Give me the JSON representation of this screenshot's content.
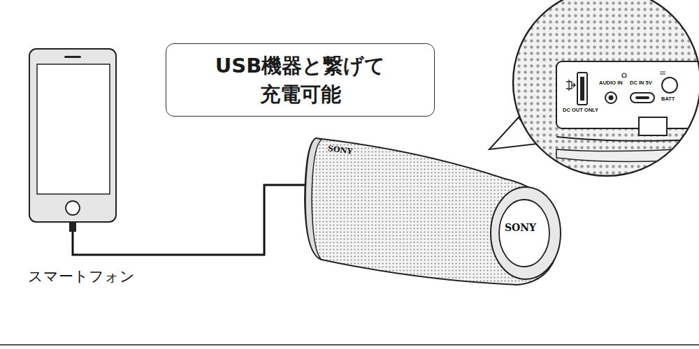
{
  "diagram": {
    "nodes": [
      {
        "text": [
          "USB機器と繋げて 充電可能"
        ]
      }
    ],
    "edges": [],
    "labels": [
      "スマートフォン",
      "SONY",
      "SONY",
      "AUDIO IN",
      "DC IN 5V",
      "DC OUT ONLY",
      "BATT"
    ]
  }
}
